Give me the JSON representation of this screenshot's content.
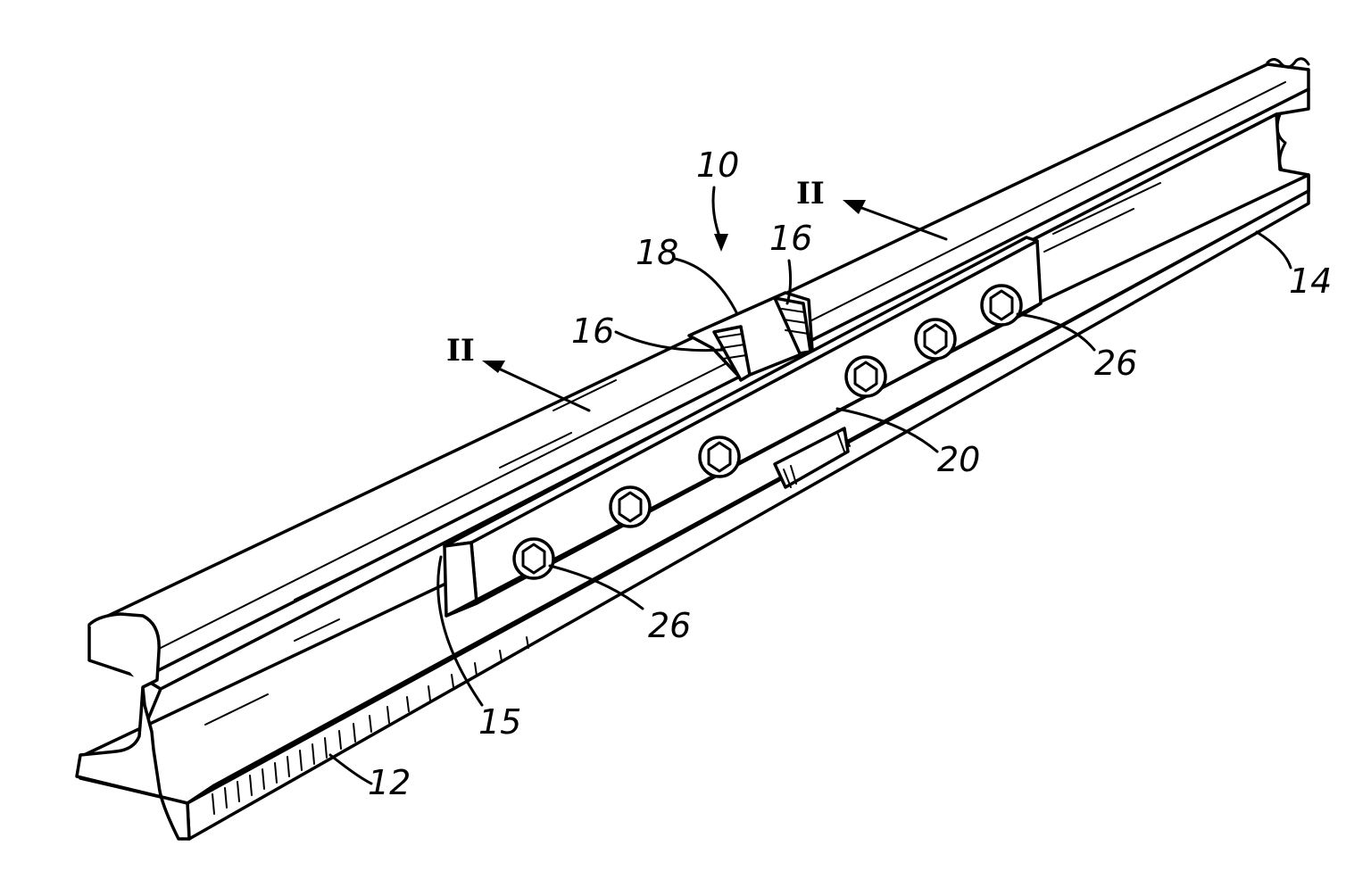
{
  "labels": {
    "assembly": "10",
    "first_rail": "12",
    "second_rail": "14",
    "rail_end_gap": "15",
    "weld_upper_left": "16",
    "weld_upper_right": "16",
    "weld_head": "18",
    "joint_bar": "20",
    "bolt_left": "26",
    "bolt_right": "26",
    "section_left": "II",
    "section_right": "II"
  }
}
